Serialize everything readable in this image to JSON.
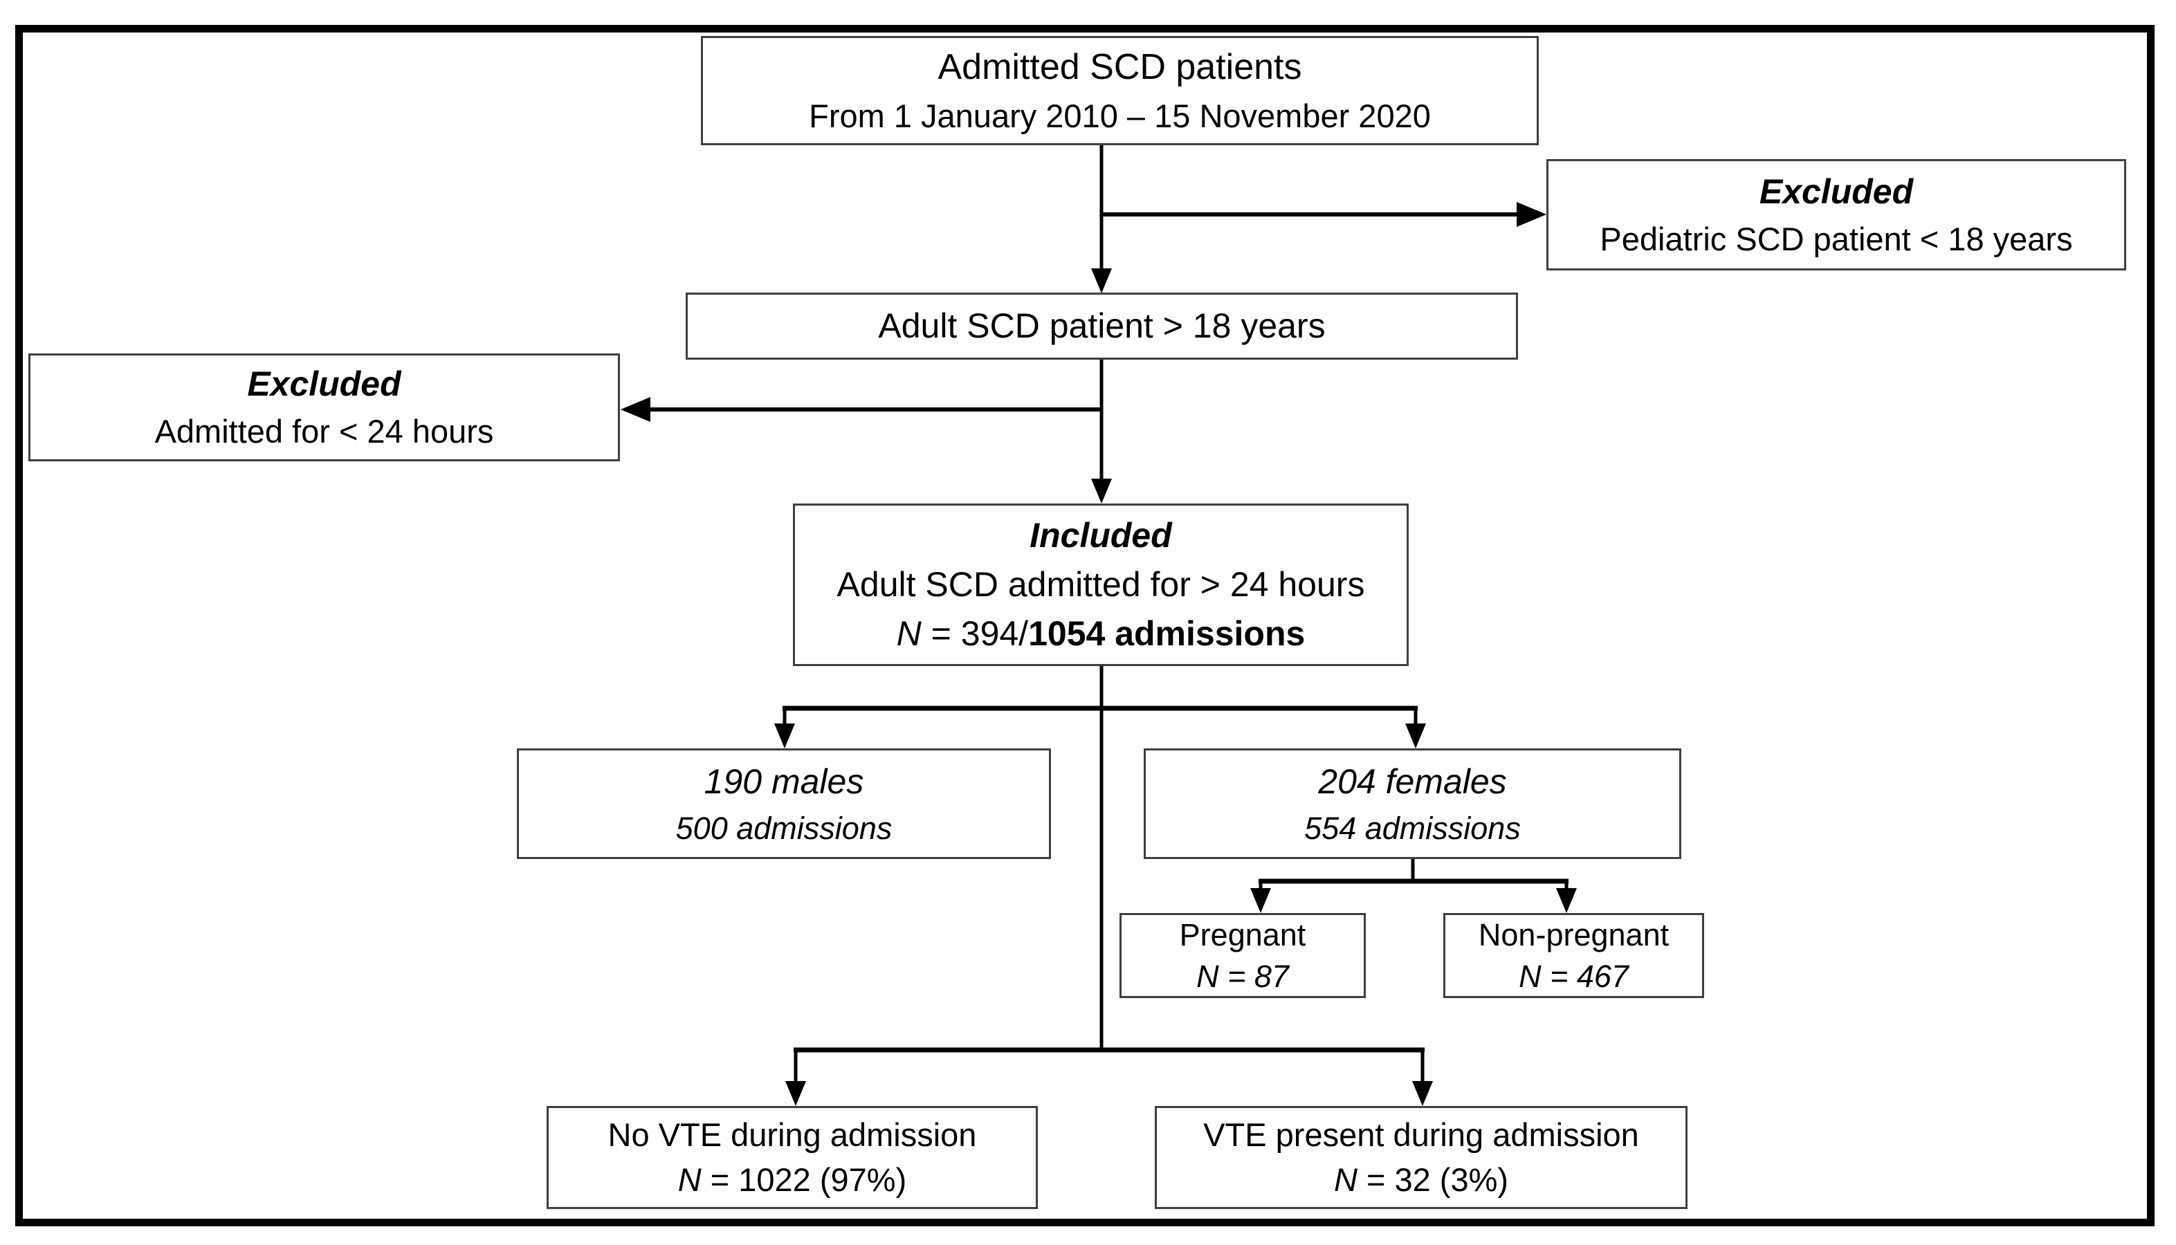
{
  "figure": {
    "background_color": "#ffffff",
    "frame_color": "#000000",
    "box_border_color": "#3f3f3f",
    "text_color": "#000000"
  },
  "boxes": {
    "admitted": {
      "line1": "Admitted SCD patients",
      "line2": "From 1 January 2010 – 15 November 2020"
    },
    "excluded_pediatric": {
      "title": "Excluded",
      "line1": "Pediatric SCD patient < 18 years"
    },
    "adult": {
      "line1": "Adult SCD patient > 18 years"
    },
    "excluded_short_stay": {
      "title": "Excluded",
      "line1": "Admitted for < 24 hours"
    },
    "included": {
      "title": "Included",
      "line1": "Adult SCD admitted for > 24 hours",
      "n_italic": "N",
      "n_plain": " = 394/",
      "n_bold": "1054 admissions"
    },
    "males": {
      "line1": "190 males",
      "line2": "500 admissions"
    },
    "females": {
      "line1": "204 females",
      "line2": "554 admissions"
    },
    "pregnant": {
      "line1": "Pregnant",
      "count": "N = 87"
    },
    "non_pregnant": {
      "line1": "Non-pregnant",
      "count": "N = 467"
    },
    "no_vte": {
      "line1": "No VTE during admission",
      "n_italic": "N",
      "n_plain": " = 1022 (97%)"
    },
    "vte": {
      "line1": "VTE present during admission",
      "n_italic": "N",
      "n_plain": " = 32 (3%)"
    }
  }
}
